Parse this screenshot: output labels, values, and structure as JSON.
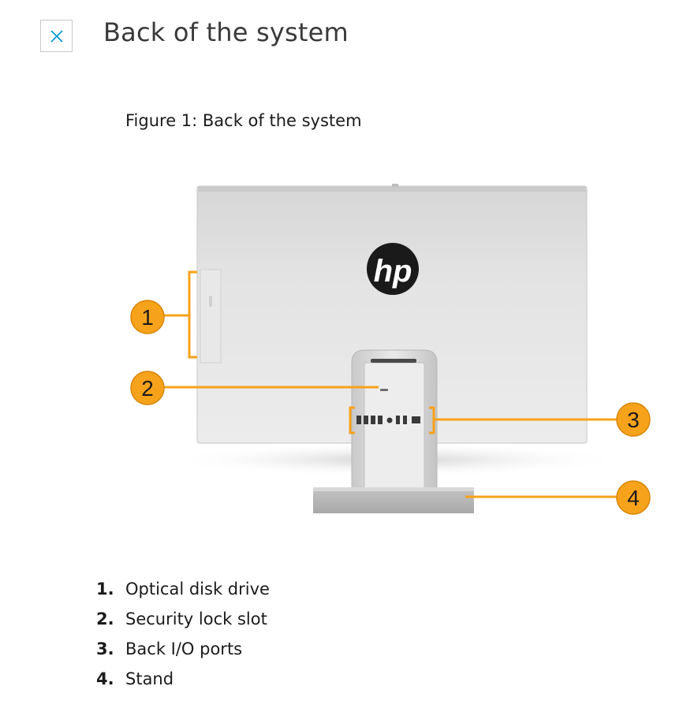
{
  "header": {
    "title": "Back of the system",
    "close_icon": "close-icon"
  },
  "figure": {
    "caption": "Figure 1: Back of the system",
    "logo_text": "hp",
    "callout_color": "#f7a21b",
    "accent_color": "#0096d6",
    "callouts": [
      {
        "number": "1"
      },
      {
        "number": "2"
      },
      {
        "number": "3"
      },
      {
        "number": "4"
      }
    ]
  },
  "legend": {
    "items": [
      {
        "number": "1.",
        "label": "Optical disk drive"
      },
      {
        "number": "2.",
        "label": "Security lock slot"
      },
      {
        "number": "3.",
        "label": "Back I/O ports"
      },
      {
        "number": "4.",
        "label": "Stand"
      }
    ]
  }
}
